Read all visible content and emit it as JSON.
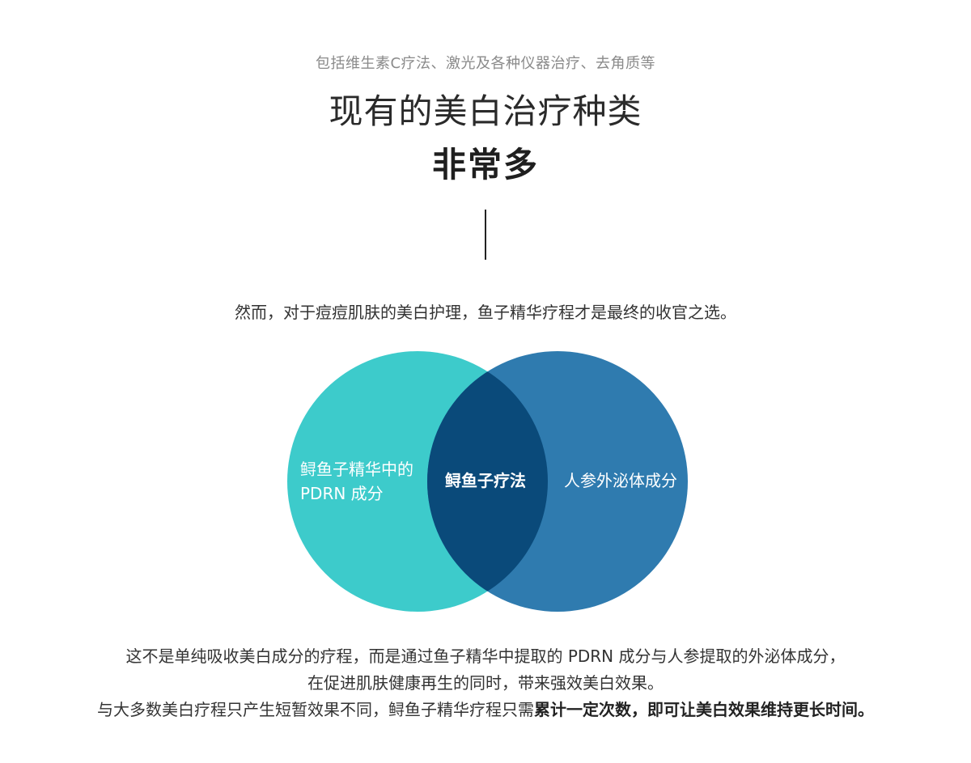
{
  "header": {
    "subtitle": "包括维生素C疗法、激光及各种仪器治疗、去角质等",
    "title_main": "现有的美白治疗种类",
    "title_bold": "非常多"
  },
  "intro": "然而，对于痘痘肌肤的美白护理，鱼子精华疗程才是最终的收官之选。",
  "venn": {
    "left_label_line1": "鲟鱼子精华中的",
    "left_label_line2": "PDRN 成分",
    "center_label": "鲟鱼子疗法",
    "right_label": "人参外泌体成分",
    "colors": {
      "left_circle": "#3DCBCB",
      "right_circle": "#2F7BAF",
      "overlap": "#0A4A7A"
    }
  },
  "description": {
    "line1": "这不是单纯吸收美白成分的疗程，而是通过鱼子精华中提取的 PDRN 成分与人参提取的外泌体成分，",
    "line2": "在促进肌肤健康再生的同时，带来强效美白效果。",
    "line3_normal": "与大多数美白疗程只产生短暂效果不同，鲟鱼子精华疗程只需",
    "line3_bold": "累计一定次数，即可让美白效果维持更长时间。"
  }
}
